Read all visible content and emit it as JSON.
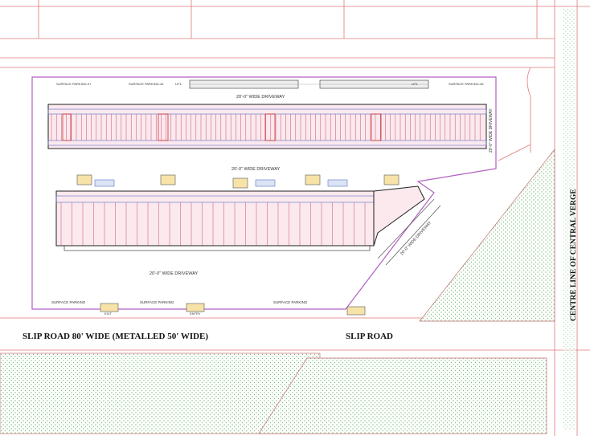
{
  "labels": {
    "driveway_top": "20'-0\" WIDE DRIVEWAY",
    "driveway_middle": "20'-0\" WIDE DRIVEWAY",
    "driveway_bottom": "20'-0\" WIDE DRIVEWAY",
    "driveway_right": "20'-0\" WIDE DRIVEWAY",
    "driveway_diagonal": "20'-0\" WIDE DRIVEWAY",
    "surface_parking_1": "SURFACE PARKING-47",
    "surface_parking_2": "SURFACE PARKING-44",
    "surface_parking_3": "SURFACE PARKING-45",
    "surface_parking_b1": "SURFACE PARKING",
    "surface_parking_b2": "SURFACE PARKING",
    "surface_parking_b3": "SURFACE PARKING",
    "lift_1": "LIFL",
    "lift_2": "LIFL",
    "exit": "EXIT",
    "entry": "ENTRY",
    "slip_road_wide": "SLIP ROAD 80' WIDE (METALLED 50' WIDE)",
    "slip_road": "SLIP ROAD",
    "centre_line": "CENTRE LINE OF CENTRAL VERGE"
  },
  "colors": {
    "boundary": "#b060c0",
    "road": "#e07878",
    "green_hatch": "#7fbf7f",
    "structure": "#202020",
    "unit_fill": "#e8a8b8",
    "accent_blue": "#5a70c8"
  }
}
